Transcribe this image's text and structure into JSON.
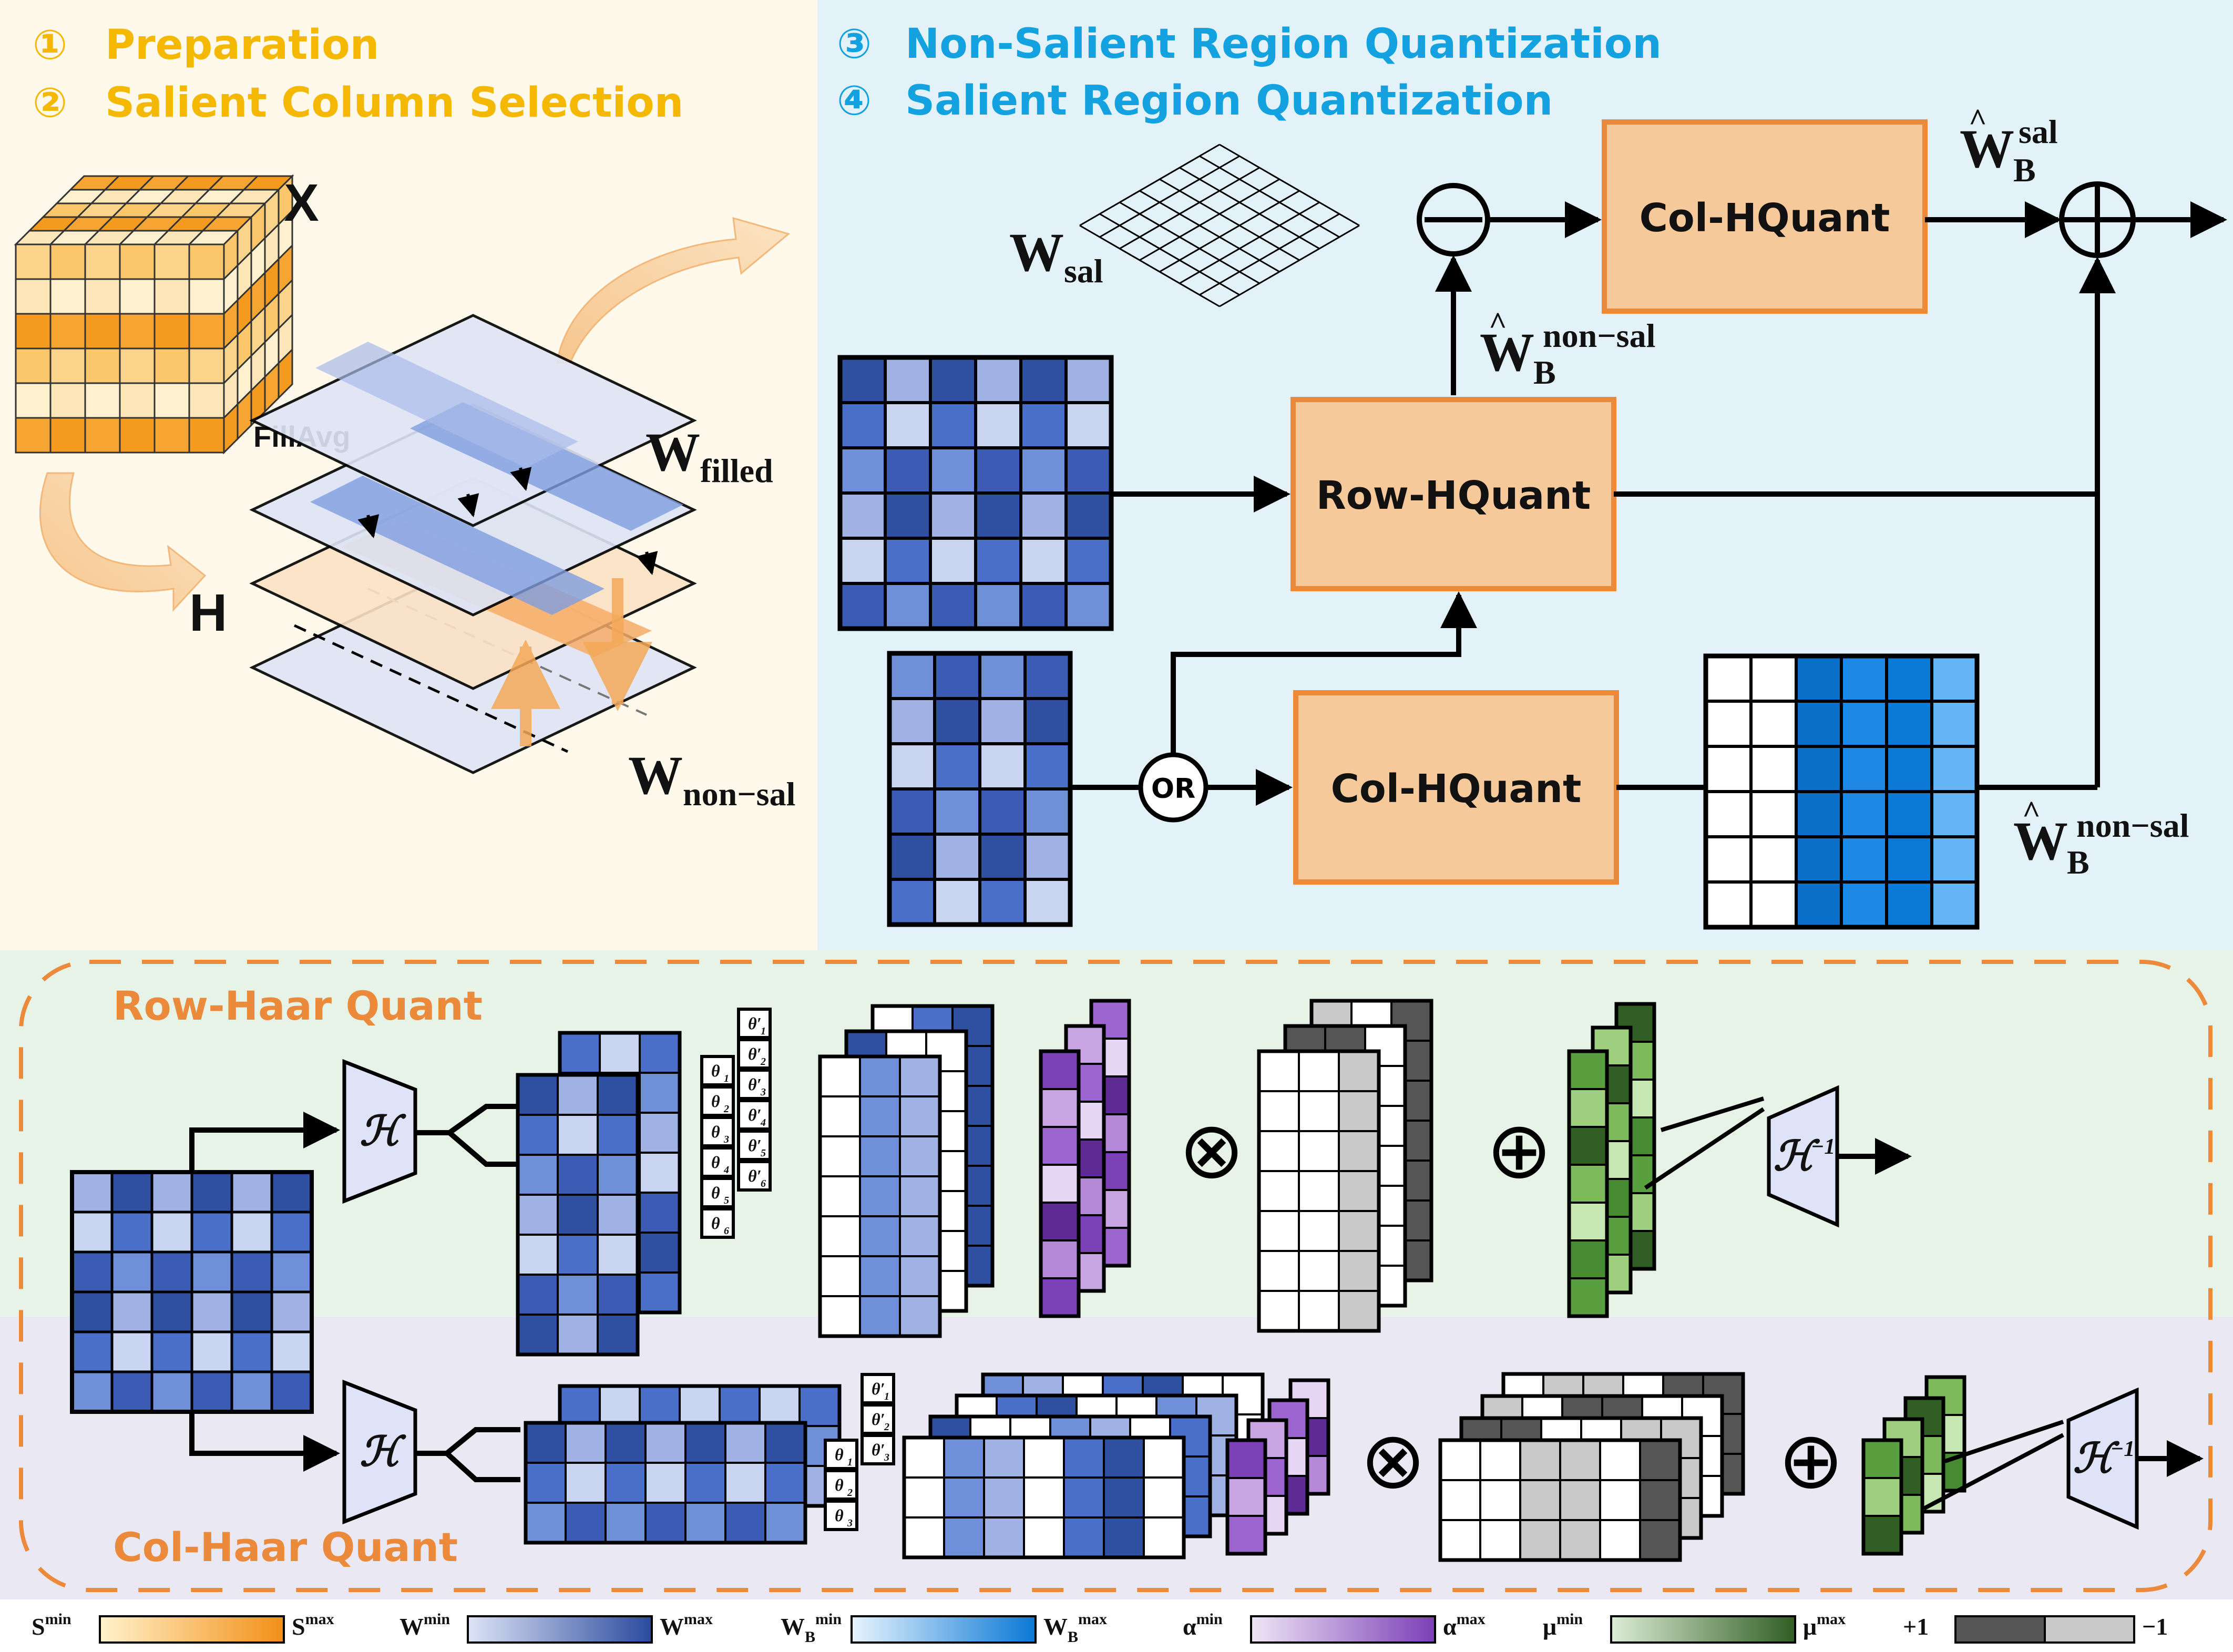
{
  "sections": {
    "step1": "Preparation",
    "step2": "Salient Column Selection",
    "step3": "Non-Salient Region Quantization",
    "step4": "Salient Region Quantization",
    "n1": "①",
    "n2": "②",
    "n3": "③",
    "n4": "④"
  },
  "labels": {
    "x": "X",
    "h": "H",
    "fillavg": "FillAvg",
    "w_main": "W",
    "filled_sub": "filled",
    "nonsal_sub": "non−sal",
    "sal_sub": "sal",
    "b_sub": "B",
    "nonsal_sup": "non−sal",
    "sal_sup": "sal",
    "or": "OR",
    "minus": "−",
    "plus": "+"
  },
  "boxes": {
    "col_hquant": "Col-HQuant",
    "row_hquant": "Row-HQuant"
  },
  "haar": {
    "row_title": "Row-Haar Quant",
    "col_title": "Col-Haar Quant",
    "h": "ℋ",
    "h_inv": "ℋ",
    "inv_sup": "−1",
    "otimes": "⊗",
    "oplus": "⊕",
    "theta": "θ",
    "theta_prime": "θ′",
    "idx": [
      "1",
      "2",
      "3",
      "4",
      "5",
      "6"
    ]
  },
  "legend": [
    {
      "lo": "S",
      "lo_sup": "min",
      "hi": "S",
      "hi_sup": "max",
      "from": "#fff3cc",
      "to": "#f28f17"
    },
    {
      "lo": "W",
      "lo_sup": "min",
      "hi": "W",
      "hi_sup": "max",
      "from": "#dde4f6",
      "to": "#2b4a9e"
    },
    {
      "lo": "W",
      "lo_sub": "B",
      "lo_sup": "min",
      "hi": "W",
      "hi_sub": "B",
      "hi_sup": "max",
      "from": "#e8f4fd",
      "to": "#0a78d6"
    },
    {
      "lo": "α",
      "lo_sup": "min",
      "hi": "α",
      "hi_sup": "max",
      "from": "#efe6f6",
      "to": "#7b3fb6"
    },
    {
      "lo": "μ",
      "lo_sup": "min",
      "hi": "μ",
      "hi_sup": "max",
      "from": "#dcedd5",
      "to": "#315e24"
    },
    {
      "lo": "+1",
      "hi": "−1",
      "from": "#555555",
      "to": "#c9c9c9"
    }
  ],
  "colors": {
    "bg_prep": "#fef9ea",
    "bg_quant": "#e3f2f9",
    "bg_row": "#e6f3e6",
    "bg_col": "#eae8f3",
    "orange_box": "#f6c99a",
    "orange_border": "#ec8a3c",
    "title_yellow": "#f5b800",
    "title_blue": "#13a1df"
  }
}
